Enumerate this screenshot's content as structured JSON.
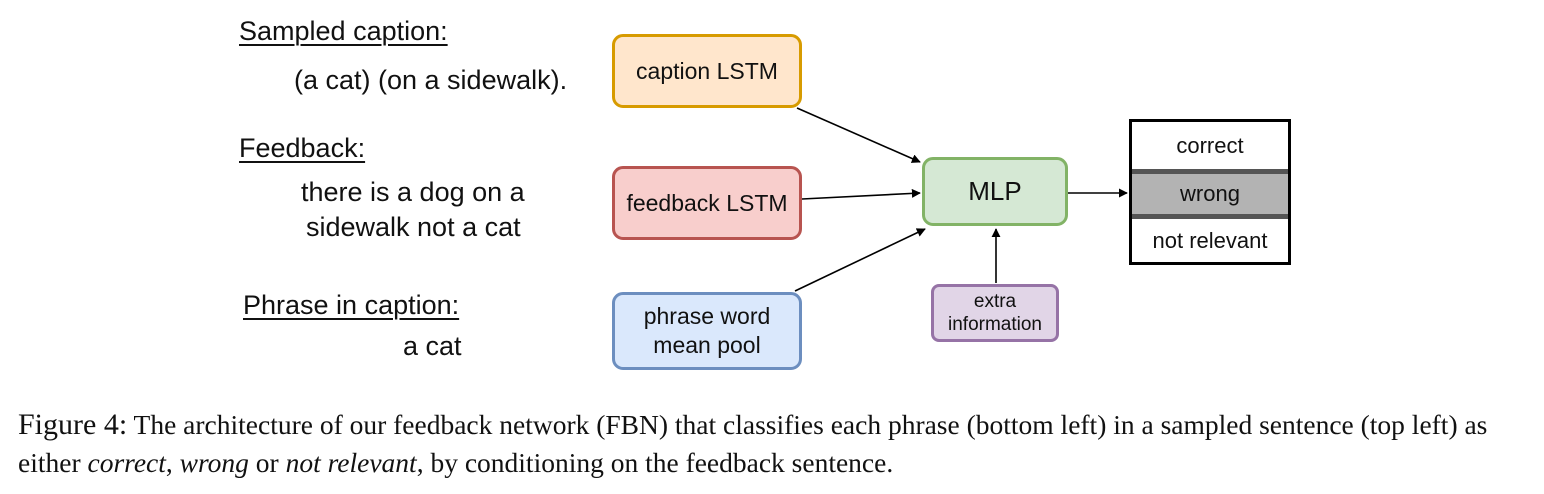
{
  "left_panel": {
    "sampled_heading": "Sampled caption:",
    "sampled_text": "(a cat) (on a sidewalk).",
    "feedback_heading": "Feedback:",
    "feedback_line1": "there is a dog on a",
    "feedback_line2": "sidewalk not a cat",
    "phrase_heading": "Phrase in caption:",
    "phrase_text": "a cat"
  },
  "nodes": {
    "caption_lstm": "caption LSTM",
    "feedback_lstm": "feedback LSTM",
    "phrase_pool": "phrase word\nmean pool",
    "mlp": "MLP",
    "extra_info": "extra\ninformation"
  },
  "outputs": [
    "correct",
    "wrong",
    "not relevant"
  ],
  "caption": {
    "label": "Figure 4:",
    "text_a": " The architecture of our feedback network (FBN) that classifies each phrase (bottom left) in a sampled sentence (top left) as either ",
    "opt1": "correct",
    "sep1": ", ",
    "opt2": "wrong",
    "sep2": " or ",
    "opt3": "not relevant",
    "text_b": ", by conditioning on the feedback sentence."
  },
  "colors": {
    "caption_fill": "#ffe6cc",
    "caption_border": "#d79b00",
    "feedback_fill": "#f8cecc",
    "feedback_border": "#b85450",
    "phrase_fill": "#dae8fc",
    "phrase_border": "#6c8ebf",
    "mlp_fill": "#d5e8d4",
    "mlp_border": "#82b366",
    "extra_fill": "#e1d5e7",
    "extra_border": "#9673a6",
    "wrong_fill": "#b3b3b3"
  }
}
